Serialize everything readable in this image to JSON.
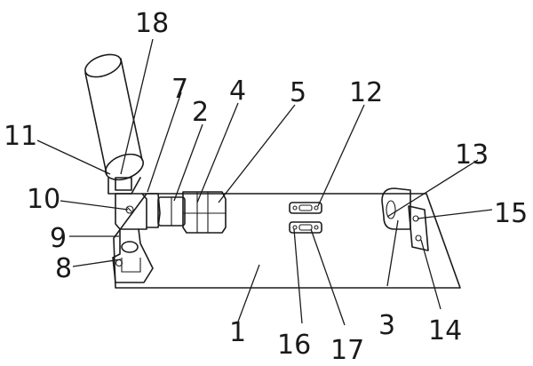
{
  "diagram": {
    "labels": {
      "l1": "1",
      "l2": "2",
      "l3": "3",
      "l4": "4",
      "l5": "5",
      "l7": "7",
      "l8": "8",
      "l9": "9",
      "l10": "10",
      "l11": "11",
      "l12": "12",
      "l13": "13",
      "l14": "14",
      "l15": "15",
      "l16": "16",
      "l17": "17",
      "l18": "18"
    }
  }
}
